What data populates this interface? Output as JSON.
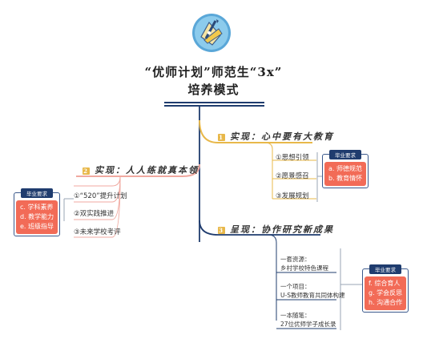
{
  "title": {
    "line1": "“优师计划”师范生“3x”",
    "line2": "培养模式"
  },
  "branches": {
    "left": {
      "num": "2",
      "label": "实现：人人练就真本领",
      "items": [
        "①“520”提升计划",
        "②双实践推进",
        "③未来学校考评"
      ],
      "requirement": {
        "head": "毕业要求",
        "items": [
          "c. 学科素养",
          "d. 教学能力",
          "e. 班级指导"
        ]
      }
    },
    "top_right": {
      "num": "1",
      "label": "实现：心中要有大教育",
      "items": [
        "①思想引领",
        "②愿景感召",
        "③发展规划"
      ],
      "requirement": {
        "head": "毕业要求",
        "items": [
          "a. 师德规范",
          "b. 教育情怀"
        ]
      }
    },
    "bottom_right": {
      "num": "3",
      "label": "呈现：协作研究新成果",
      "items": [
        {
          "title": "一套资源：",
          "detail": "乡村学校特色课程"
        },
        {
          "title": "一个项目：",
          "detail": "U-S教师教育共同体构建"
        },
        {
          "title": "一本随笔：",
          "detail": "27位优师学子成长录"
        }
      ],
      "requirement": {
        "head": "毕业要求",
        "items": [
          "f. 综合育人",
          "g. 学会反思",
          "h. 沟通合作"
        ]
      }
    }
  },
  "colors": {
    "navy": "#1f3c6e",
    "coral": "#f26b57",
    "gold": "#e8b84a",
    "pink": "#f0a9a0",
    "grey": "#9aa4b4"
  }
}
